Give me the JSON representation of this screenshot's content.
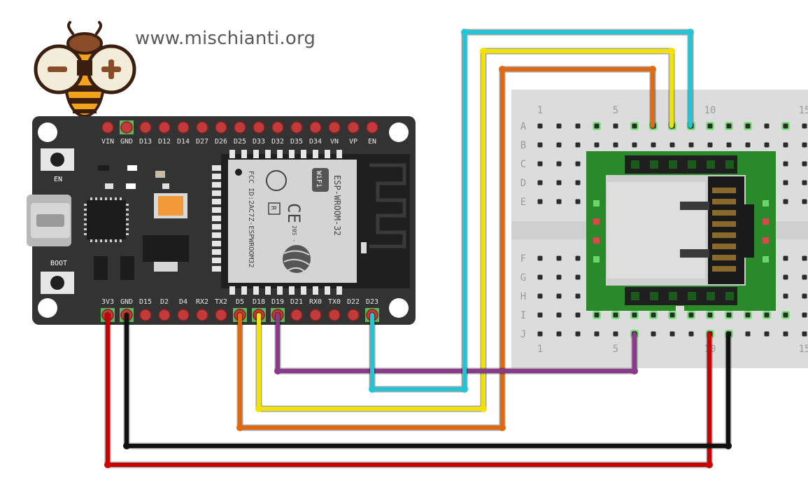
{
  "site": {
    "url": "www.mischianti.org"
  },
  "board": {
    "top_pins": [
      "VIN",
      "GND",
      "D13",
      "D12",
      "D14",
      "D27",
      "D26",
      "D25",
      "D33",
      "D32",
      "D35",
      "D34",
      "VN",
      "VP",
      "EN"
    ],
    "bottom_pins": [
      "3V3",
      "GND",
      "D15",
      "D2",
      "D4",
      "RX2",
      "TX2",
      "D5",
      "D18",
      "D19",
      "D21",
      "RX0",
      "TX0",
      "D22",
      "D23"
    ],
    "en_label": "EN",
    "boot_label": "BOOT",
    "module": {
      "fcc": "FCC ID:2AC7Z-ESPWROOM32",
      "model": "ESP-WROOM-32",
      "cert": "205 - 000519",
      "wifi": "WiFi",
      "r_mark": "R",
      "ce_mark": "CE"
    }
  },
  "breadboard": {
    "rows_top": [
      "A",
      "B",
      "C",
      "D",
      "E"
    ],
    "rows_bottom": [
      "F",
      "G",
      "H",
      "I",
      "J"
    ],
    "col_numbers": [
      "1",
      "5",
      "10",
      "15"
    ]
  },
  "wires": [
    {
      "name": "3v3-to-j10",
      "color": "#cc0000"
    },
    {
      "name": "gnd-to-j11",
      "color": "#111111"
    },
    {
      "name": "d5-to-a8",
      "color": "#e06a10"
    },
    {
      "name": "d18-to-a9",
      "color": "#f2e200"
    },
    {
      "name": "d19-to-j6",
      "color": "#8a3a8a"
    },
    {
      "name": "d23-to-a10",
      "color": "#22c4d6"
    }
  ]
}
